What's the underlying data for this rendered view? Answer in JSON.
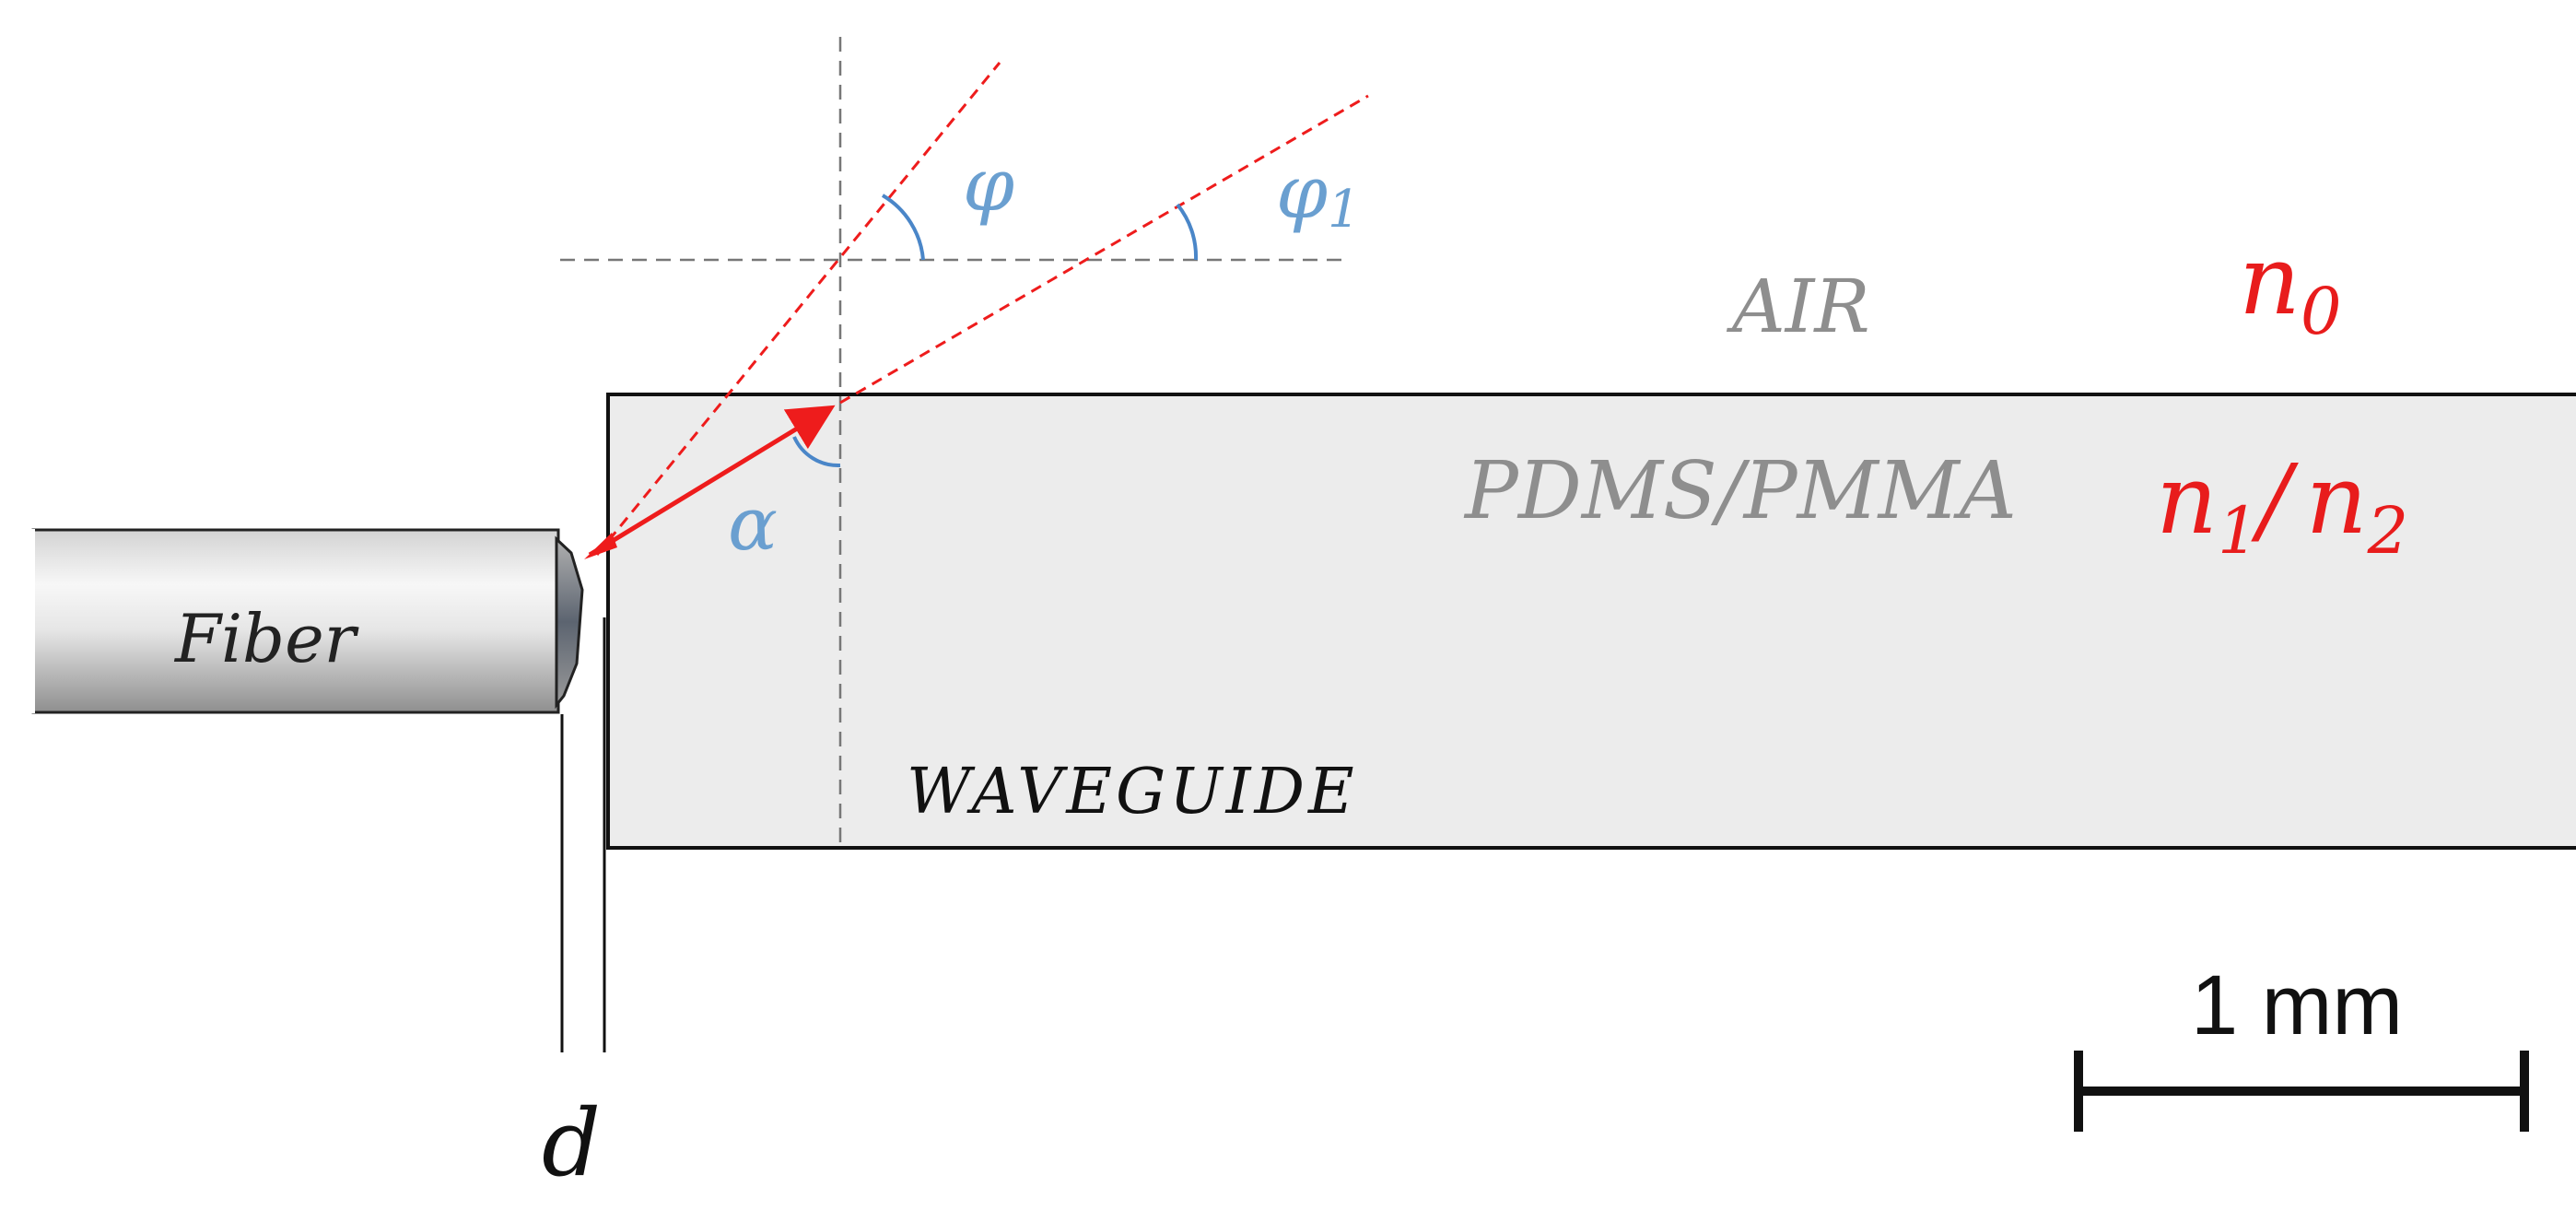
{
  "labels": {
    "fiber": "Fiber",
    "waveguide": "WAVEGUIDE",
    "air": "AIR",
    "material": "PDMS/PMMA",
    "n0_base": "n",
    "n0_sub": "0",
    "n1_base": "n",
    "n1_sub": "1",
    "n_slash": "/",
    "n2_base": "n",
    "n2_sub": "2",
    "phi": "φ",
    "phi1_base": "φ",
    "phi1_sub": "1",
    "alpha": "α",
    "d": "d",
    "scale": "1 mm"
  },
  "colors": {
    "ray": "#ee1c1c",
    "angle": "#4a86c8",
    "angle_text": "#6a9fd0",
    "grey_text": "#8e8e8e",
    "waveguide_fill": "#ececec",
    "outline": "#111111",
    "dash": "#777777",
    "index_text": "#e81c1c"
  }
}
